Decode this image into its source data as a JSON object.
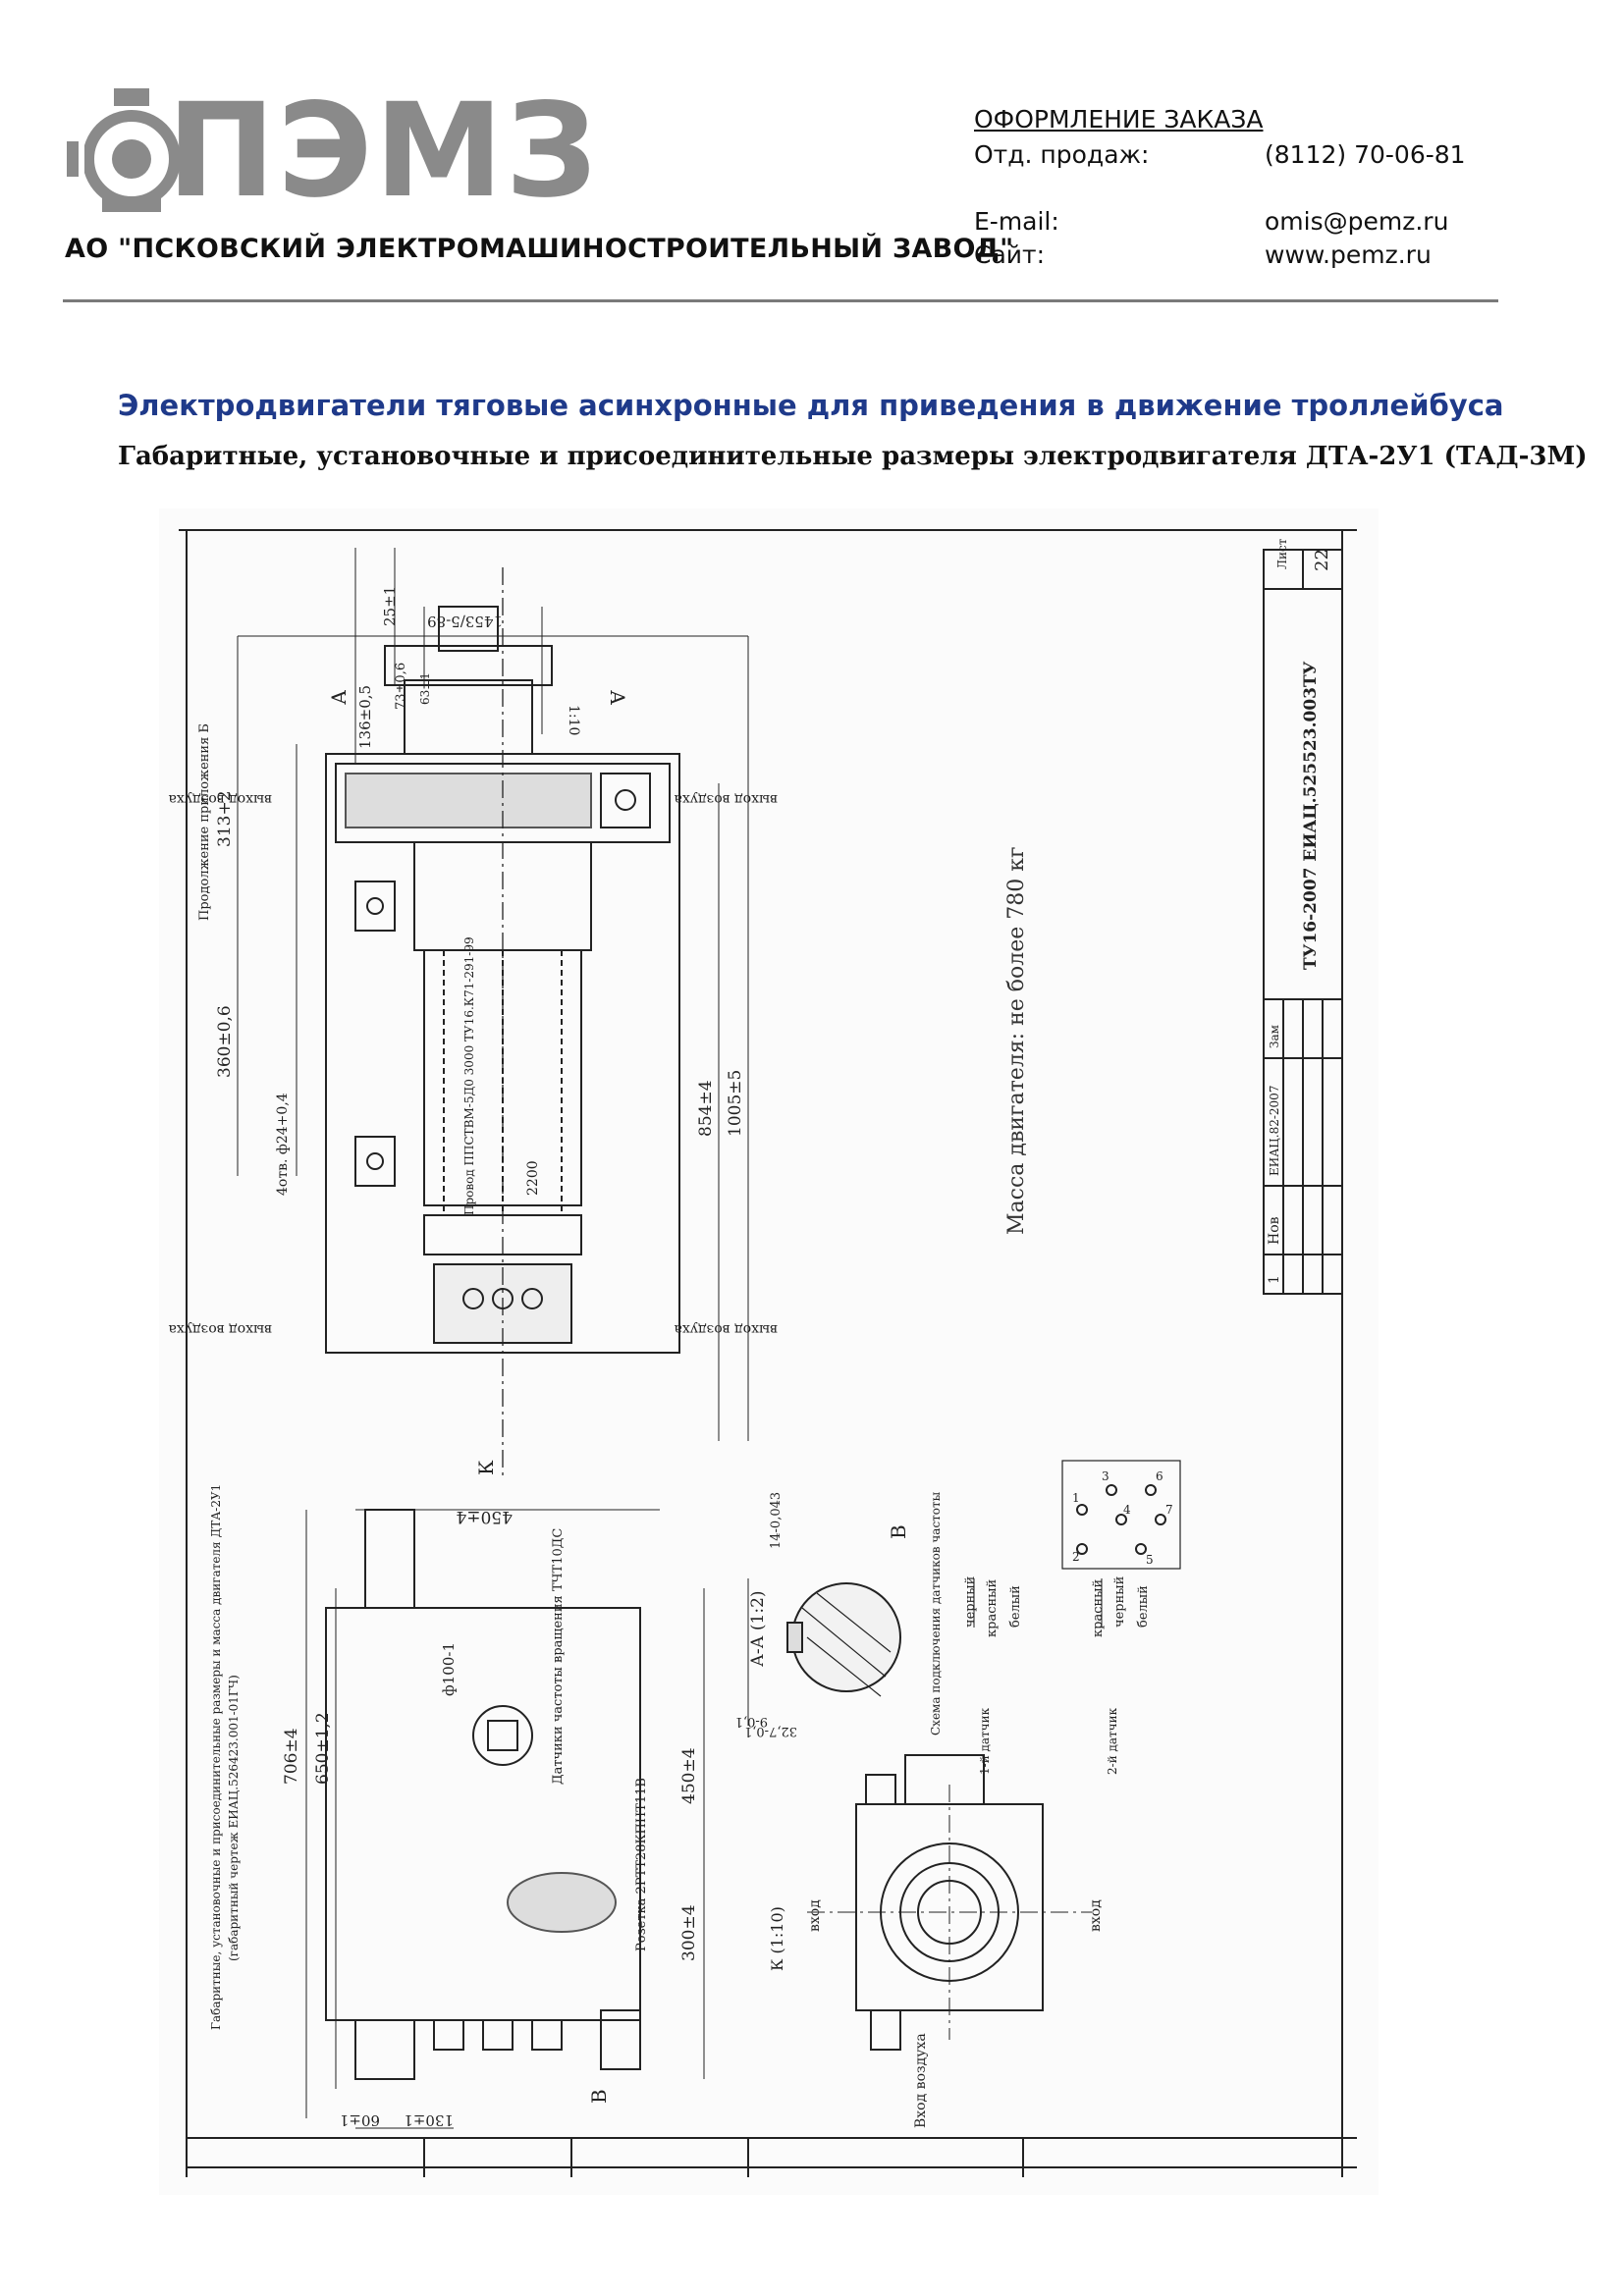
{
  "header": {
    "logo_text": "ПЭМЗ",
    "company_name": "АО \"ПСКОВСКИЙ ЭЛЕКТРОМАШИНОСТРОИТЕЛЬНЫЙ ЗАВОД\"",
    "order_title": "ОФОРМЛЕНИЕ ЗАКАЗА",
    "sales_label": "Отд. продаж:",
    "sales_phone": "(8112) 70-06-81",
    "email_label": "E-mail:",
    "email_value": "omis@pemz.ru",
    "site_label": "Сайт:",
    "site_value": "www.pemz.ru"
  },
  "main": {
    "heading": "Электродвигатели тяговые асинхронные для приведения в движение троллейбуса",
    "subheading": "Габаритные, установочные и присоединительные размеры электродвигателя ДТА-2У1 (ТАД-3М)"
  },
  "drawing": {
    "sheet_label": "Лист",
    "sheet_number": "22",
    "spec_code": "ТУ16-2007 ЕИАЦ.525523.003ТУ",
    "mass_note": "Масса двигателя: не более 780 кг",
    "appendix_note": "Продолжение приложения Б",
    "caption_line1": "Габаритные, установочные и присоединительные размеры и масса двигателя ДТА-2У1",
    "caption_line2": "(габаритный чертеж ЕИАЦ.526423.001-01ГЧ)",
    "dims": {
      "d1": "1453/5-89",
      "d2": "25±1",
      "d3": "136±0,5",
      "d4": "73±0,6",
      "d5": "63±1",
      "d6": "313+2",
      "d7": "360±0,6",
      "d8": "4отв. ф24+0,4",
      "d9": "854±4",
      "d10": "1005±5",
      "d11": "2200",
      "d12": "3000",
      "d13": "450±4",
      "d14": "706±4",
      "d15": "650±1,2",
      "d16": "450±4",
      "d17": "300±4",
      "d18": "130±1",
      "d19": "60±1",
      "d20": "ф100-1",
      "d21": "14-0,043",
      "d22": "32,7-0,1",
      "d23": "9-0,1"
    },
    "labels": {
      "air_out": "выход воздуха",
      "air_in": "вход",
      "section_a": "А",
      "section_aa": "А-А (1:2)",
      "view_b": "В",
      "view_k": "К",
      "view_k_scale": "К (1:10)",
      "scale_110": "1:10",
      "wire_label": "Провод ППСТВМ-5Д0  3000 ТУ16.К71-291-99",
      "sensor_label": "Датчики частоты вращения ТЧТ10ДС",
      "socket_label": "Розетка 2РТТ28КПНТ11В",
      "scheme_title": "Схема подключения датчиков частоты",
      "sensor1": "1-й датчик",
      "sensor2": "2-й датчик",
      "colors1": [
        "черный",
        "красный",
        "белый"
      ],
      "colors2": [
        "красный",
        "черный",
        "белый"
      ],
      "pins": [
        "1",
        "2",
        "3",
        "4",
        "5",
        "6",
        "7"
      ],
      "air_intake": "Вход воздуха",
      "stamp_cols": [
        "1",
        "Нов",
        "ЕИАЦ.82-2007",
        "Зам"
      ]
    }
  }
}
